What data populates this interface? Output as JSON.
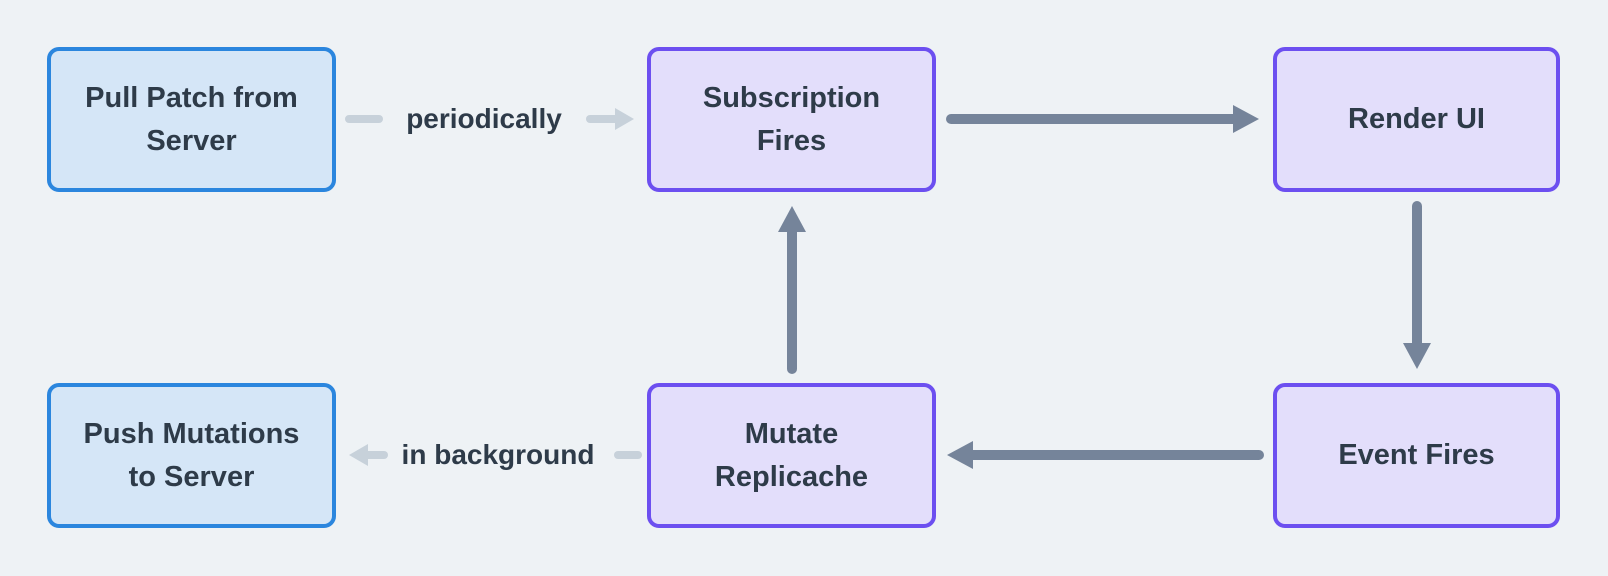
{
  "diagram": {
    "nodes": [
      {
        "id": "pull-patch-from-server",
        "lines": [
          "Pull Patch from",
          "Server"
        ],
        "style": "blue"
      },
      {
        "id": "subscription-fires",
        "lines": [
          "Subscription",
          "Fires"
        ],
        "style": "purple"
      },
      {
        "id": "render-ui",
        "lines": [
          "Render UI"
        ],
        "style": "purple"
      },
      {
        "id": "push-mutations-to-server",
        "lines": [
          "Push Mutations",
          "to Server"
        ],
        "style": "blue"
      },
      {
        "id": "mutate-replicache",
        "lines": [
          "Mutate",
          "Replicache"
        ],
        "style": "purple"
      },
      {
        "id": "event-fires",
        "lines": [
          "Event Fires"
        ],
        "style": "purple"
      }
    ],
    "edges": [
      {
        "from": "pull-patch-from-server",
        "to": "subscription-fires",
        "label": "periodically",
        "style": "light"
      },
      {
        "from": "subscription-fires",
        "to": "render-ui",
        "label": "",
        "style": "dark"
      },
      {
        "from": "render-ui",
        "to": "event-fires",
        "label": "",
        "style": "dark"
      },
      {
        "from": "event-fires",
        "to": "mutate-replicache",
        "label": "",
        "style": "dark"
      },
      {
        "from": "mutate-replicache",
        "to": "subscription-fires",
        "label": "",
        "style": "dark"
      },
      {
        "from": "mutate-replicache",
        "to": "push-mutations-to-server",
        "label": "in background",
        "style": "light"
      }
    ],
    "colors": {
      "background": "#eef2f5",
      "blue_node_fill": "#d5e6f7",
      "blue_node_border": "#2b86de",
      "purple_node_fill": "#e3defb",
      "purple_node_border": "#6c4ff0",
      "arrow_dark": "#75849a",
      "arrow_light": "#c7d1da",
      "text": "#2e3b49"
    }
  }
}
